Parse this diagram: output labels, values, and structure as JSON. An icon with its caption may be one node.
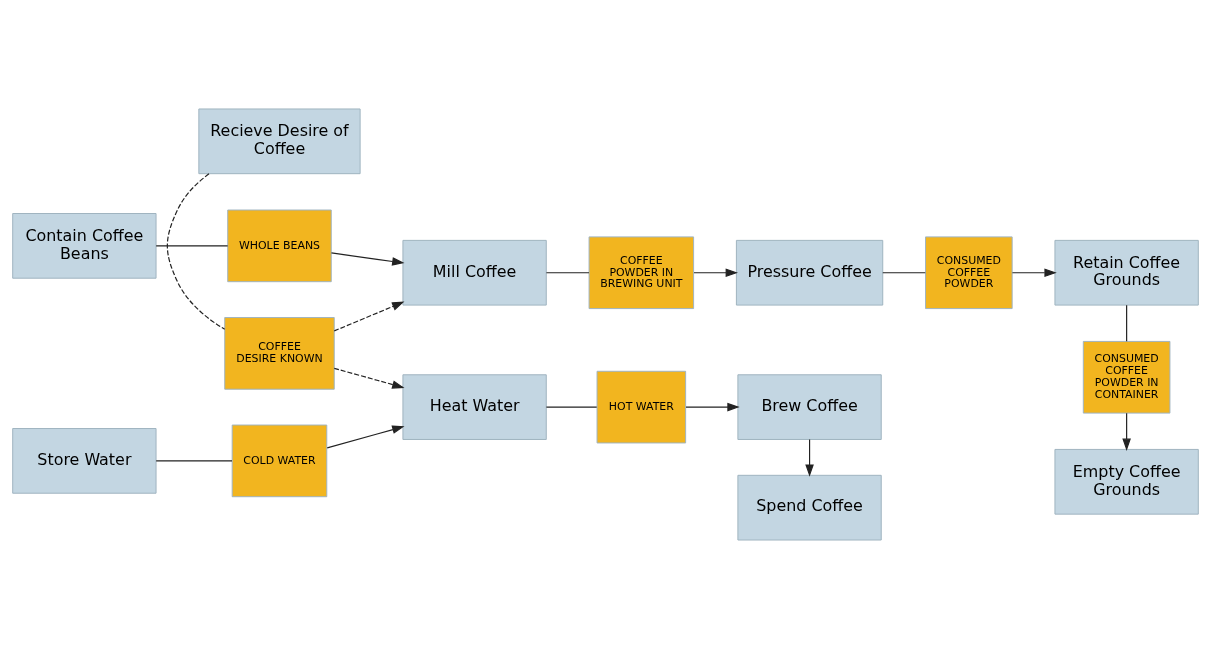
{
  "diagram": {
    "nodes": [
      {
        "text": [
          "Recieve Desire of Coffee"
        ]
      },
      {
        "text": [
          "COFFEE DESIRE KNOWN"
        ]
      },
      {
        "text": [
          "Contain Coffee Beans"
        ]
      },
      {
        "text": [
          "WHOLE BEANS"
        ]
      },
      {
        "text": [
          "Mill Coffee"
        ]
      },
      {
        "text": [
          "COFFEE POWDER IN BREWING UNIT"
        ]
      },
      {
        "text": [
          "Pressure Coffee"
        ]
      },
      {
        "text": [
          "CONSUMED COFFEE POWDER"
        ]
      },
      {
        "text": [
          "Retain Coffee Grounds"
        ]
      },
      {
        "text": [
          "Store Water"
        ]
      },
      {
        "text": [
          "COLD WATER"
        ]
      },
      {
        "text": [
          "Heat Water"
        ]
      },
      {
        "text": [
          "HOT WATER"
        ]
      },
      {
        "text": [
          "Brew Coffee"
        ]
      },
      {
        "text": [
          "CONSUMED COFFEE POWDER IN CONTAINER"
        ]
      },
      {
        "text": [
          "Spend Coffee"
        ]
      },
      {
        "text": [
          "Empty Coffee Grounds"
        ]
      }
    ],
    "edges": [
      {
        "from": 0,
        "to": 1,
        "arrow": "none",
        "style": "dashed"
      },
      {
        "from": 1,
        "to": 4,
        "arrow": "to",
        "style": "dashed"
      },
      {
        "from": 1,
        "to": 11,
        "arrow": "to",
        "style": "dashed"
      },
      {
        "from": 2,
        "to": 3,
        "arrow": "none"
      },
      {
        "from": 3,
        "to": 4,
        "arrow": "to"
      },
      {
        "from": 4,
        "to": 5,
        "arrow": "none"
      },
      {
        "from": 5,
        "to": 6,
        "arrow": "to"
      },
      {
        "from": 6,
        "to": 7,
        "arrow": "none"
      },
      {
        "from": 7,
        "to": 8,
        "arrow": "to"
      },
      {
        "from": 8,
        "to": 14,
        "arrow": "none"
      },
      {
        "from": 14,
        "to": 16,
        "arrow": "to"
      },
      {
        "from": 9,
        "to": 10,
        "arrow": "none"
      },
      {
        "from": 10,
        "to": 11,
        "arrow": "to"
      },
      {
        "from": 11,
        "to": 12,
        "arrow": "none"
      },
      {
        "from": 12,
        "to": 13,
        "arrow": "to"
      },
      {
        "from": 13,
        "to": 15,
        "arrow": "to"
      }
    ]
  }
}
